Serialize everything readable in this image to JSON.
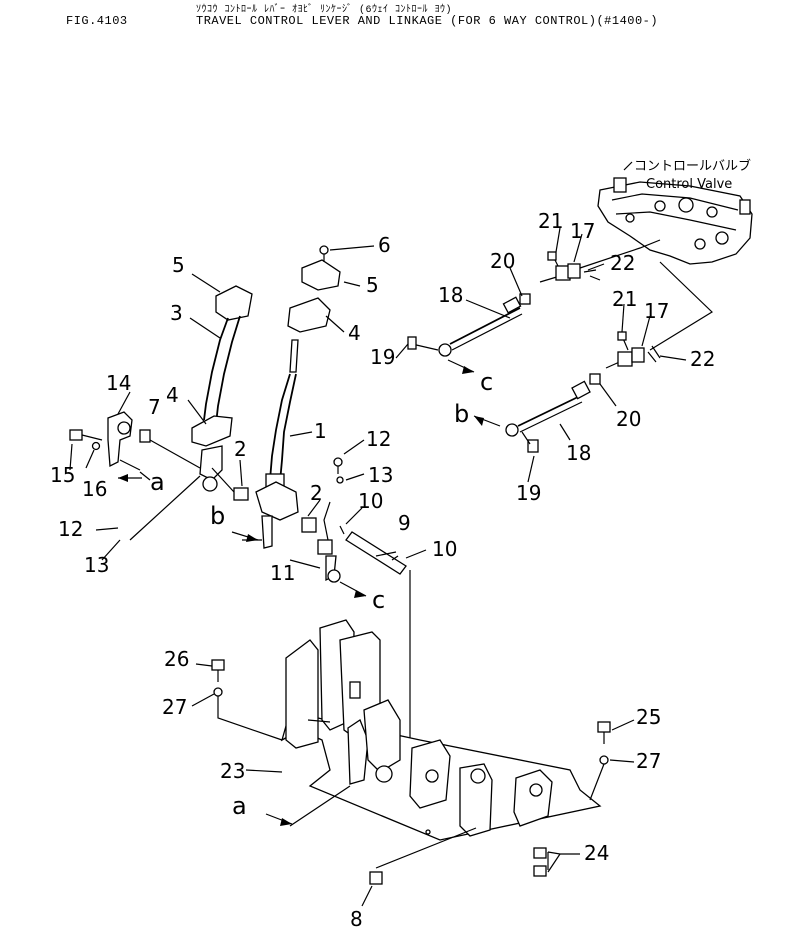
{
  "header": {
    "japanese_title": "ｿｳｺｳ ｺﾝﾄﾛｰﾙ ﾚﾊﾞｰ ｵﾖﾋﾞ ﾘﾝｹｰｼﾞ (6ｳｪｲ ｺﾝﾄﾛｰﾙ ﾖｳ)",
    "figure_number": "FIG.4103",
    "title": "TRAVEL CONTROL LEVER AND LINKAGE (FOR 6 WAY CONTROL)(#1400-)"
  },
  "diagram": {
    "control_valve_label_jp": "コントロールバルブ",
    "control_valve_label_en": "Control Valve",
    "ref_labels": {
      "a": "a",
      "b": "b",
      "c": "c"
    },
    "part_numbers": {
      "p1": "1",
      "p2": "2",
      "p3": "3",
      "p4": "4",
      "p5": "5",
      "p6": "6",
      "p7": "7",
      "p8": "8",
      "p9": "9",
      "p10": "10",
      "p11": "11",
      "p12": "12",
      "p13": "13",
      "p14": "14",
      "p15": "15",
      "p16": "16",
      "p17": "17",
      "p18": "18",
      "p19": "19",
      "p20": "20",
      "p21": "21",
      "p22": "22",
      "p23": "23",
      "p24": "24",
      "p25": "25",
      "p26": "26",
      "p27": "27"
    }
  }
}
